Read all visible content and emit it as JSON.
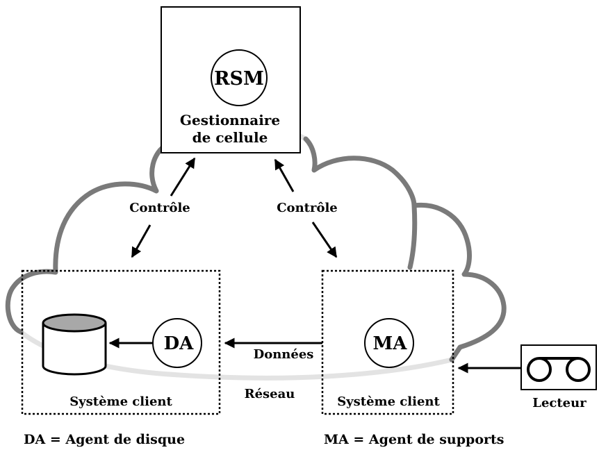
{
  "server": {
    "node_label": "RSM",
    "title_line1": "Gestionnaire",
    "title_line2": "de cellule"
  },
  "flows": {
    "control_left": "Contrôle",
    "control_right": "Contrôle",
    "data": "Données",
    "network": "Réseau"
  },
  "client_left": {
    "agent_label": "DA",
    "caption": "Système client"
  },
  "client_right": {
    "agent_label": "MA",
    "caption": "Système client"
  },
  "device": {
    "caption": "Lecteur"
  },
  "legend": {
    "left": "DA = Agent de disque",
    "right": "MA = Agent de supports"
  },
  "colors": {
    "cloud_dark": "#7a7a7a",
    "cloud_light": "#e3e3e3",
    "disk_top": "#a8a8a8",
    "line": "#000000"
  },
  "icons": {
    "disk": "cylinder-icon",
    "tape_drive": "tape-drive-icon"
  }
}
